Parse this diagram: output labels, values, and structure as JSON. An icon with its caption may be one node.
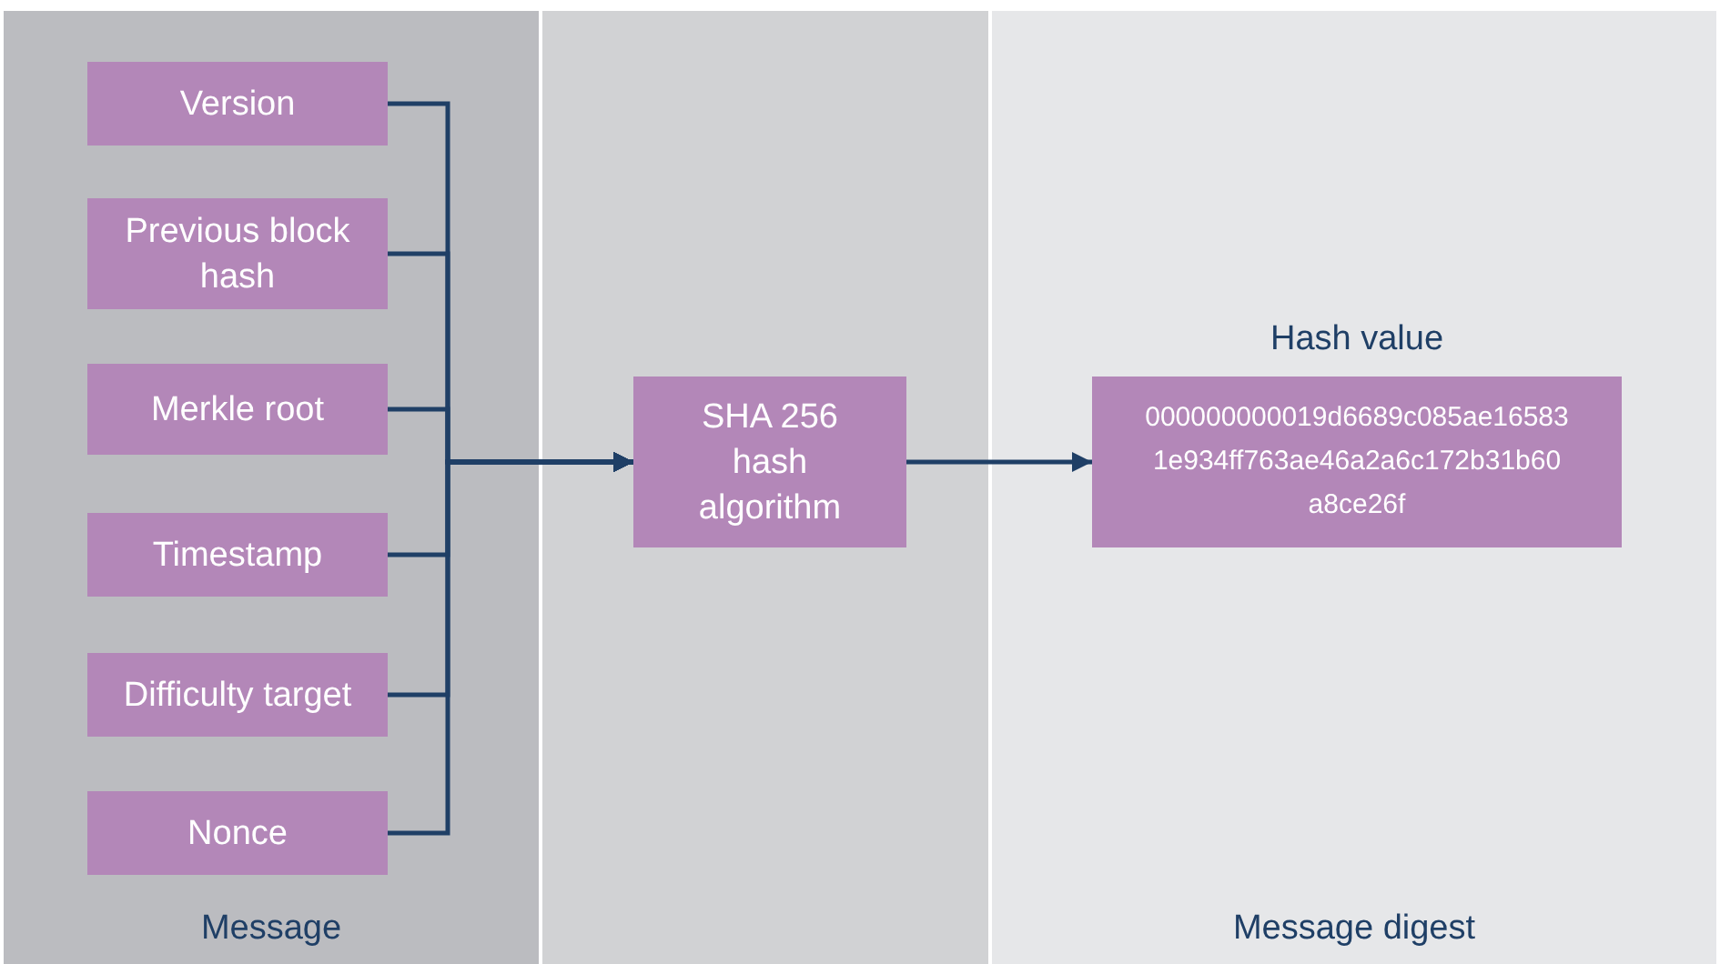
{
  "diagram": {
    "nodes": [
      {
        "text": [
          "Message"
        ]
      },
      {
        "text": [
          "Version"
        ],
        "in": 0
      },
      {
        "text": [
          "Previous block hash"
        ],
        "in": 0
      },
      {
        "text": [
          "Merkle root"
        ],
        "in": 0
      },
      {
        "text": [
          "Timestamp"
        ],
        "in": 0
      },
      {
        "text": [
          "Difficulty target"
        ],
        "in": 0
      },
      {
        "text": [
          "Nonce"
        ],
        "in": 0
      },
      {
        "text": [],
        "shape": "band"
      },
      {
        "text": [
          "SHA 256 hash algorithm"
        ],
        "in": 7
      },
      {
        "text": [
          "Message digest"
        ]
      },
      {
        "text": [
          "Hash value",
          "000000000019d6689c085ae16583 1e934ff763ae46a2a6c172b31b60 a8ce26f"
        ],
        "in": 9
      }
    ],
    "edges": [
      {
        "from": 1,
        "to": 8,
        "arrow": "to"
      },
      {
        "from": 2,
        "to": 8,
        "arrow": "to"
      },
      {
        "from": 3,
        "to": 8,
        "arrow": "to"
      },
      {
        "from": 4,
        "to": 8,
        "arrow": "to"
      },
      {
        "from": 5,
        "to": 8,
        "arrow": "to"
      },
      {
        "from": 6,
        "to": 8,
        "arrow": "to"
      },
      {
        "from": 8,
        "to": 10,
        "arrow": "to"
      }
    ]
  }
}
